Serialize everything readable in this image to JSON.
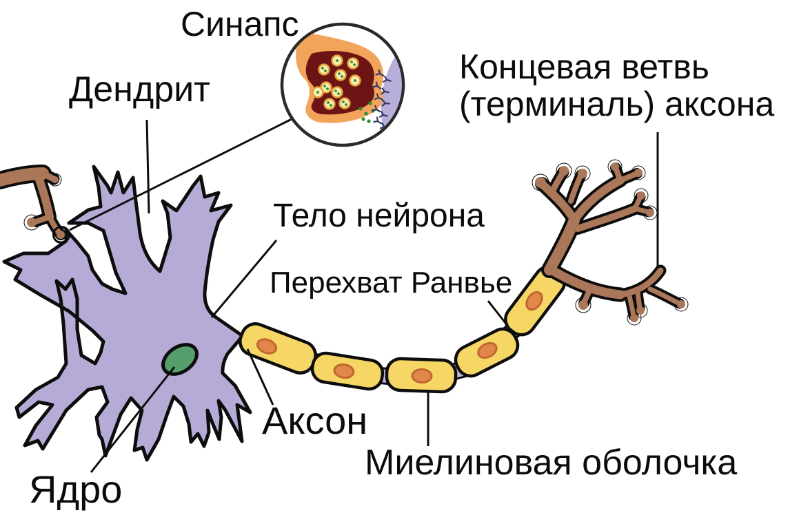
{
  "diagram": {
    "subject": "neuron-structure-diagram",
    "labels": {
      "synapse": "Синапс",
      "dendrite": "Дендрит",
      "terminal_branch": "Концевая ветвь\n(терминаль) аксона",
      "cell_body": "Тело нейрона",
      "node_of_ranvier": "Перехват Ранвье",
      "axon": "Аксон",
      "myelin_sheath": "Миелиновая оболочка",
      "nucleus": "Ядро"
    },
    "colors": {
      "cell_body": "#b5abd6",
      "node_connector": "#c2b9de",
      "myelin": "#f6d765",
      "schwann_nucleus": "#e2874a",
      "nucleus": "#569f6d",
      "terminal": "#aa7759",
      "outline": "#0d0d0d",
      "synapse_terminal": "#f2a45b",
      "synapse_interior": "#6d1414",
      "vesicle": "#f8ecb0",
      "vesicle_ring": "#e3a23b",
      "neurotransmitter": "#2d8f33",
      "postsynaptic_membrane": "#b9aed9",
      "receptor": "#2e3a66"
    }
  }
}
